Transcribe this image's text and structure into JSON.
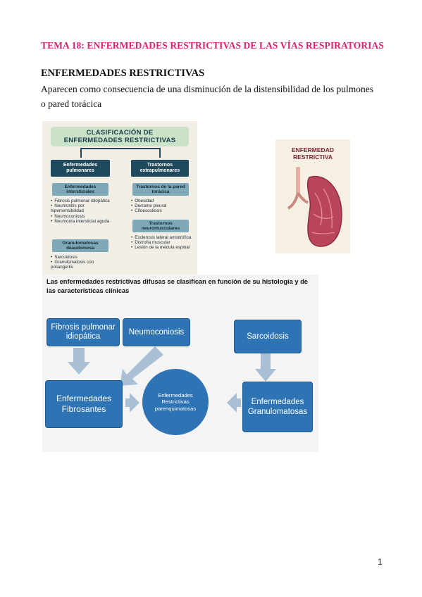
{
  "document": {
    "title": "TEMA 18: ENFERMEDADES RESTRICTIVAS DE LAS VÍAS RESPIRATORIAS",
    "section_heading": "ENFERMEDADES RESTRICTIVAS",
    "paragraph": "Aparecen como consecuencia de una disminución de la distensibilidad de los pulmones o pared torácica",
    "page_number": "1"
  },
  "classification": {
    "title_line1": "CLASIFICACIÓN DE",
    "title_line2": "ENFERMEDADES RESTRICTIVAS",
    "left_header": "Enfermedades pulmonares",
    "right_header": "Trastornos extrapulmonares",
    "left_groups": [
      {
        "label": "Enfermedades intersticiales",
        "items": [
          "Fibrosis pulmonar idiopática",
          "Neumonitis por hipersensibilidad",
          "Neumoconiosis",
          "Neumonía intersticial aguda"
        ]
      },
      {
        "label": "Granulomatosas deaudomosa",
        "items": [
          "Sarcoidosis",
          "Granulomatosis con poliangeítis"
        ]
      }
    ],
    "right_groups": [
      {
        "label": "Trastornos de la pared torácica",
        "items": [
          "Obesidad",
          "Derrame pleural",
          "Cifoescoliosis"
        ]
      },
      {
        "label": "Trastornos neuromusculares",
        "items": [
          "Esclerosis lateral amiotrófica",
          "Distrofia muscular",
          "Lesión de la médula espinal"
        ]
      }
    ]
  },
  "lung_card": {
    "title_line1": "ENFERMEDAD",
    "title_line2": "RESTRICTIVA"
  },
  "diffuse_diagram": {
    "heading": "Las enfermedades restrictivas difusas se clasifican en función de su histología y de las características clínicas",
    "box_fibrosis": "Fibrosis pulmonar idiopática",
    "box_neumoconiosis": "Neumoconiosis",
    "box_sarcoidosis": "Sarcoidosis",
    "box_fibrosantes_line1": "Enfermedades",
    "box_fibrosantes_line2": "Fibrosantes",
    "box_granulomatosas_line1": "Enfermedades",
    "box_granulomatosas_line2": "Granulomatosas",
    "center_line1": "Enfermedades",
    "center_line2": "Restrictivas",
    "center_line3": "parenquimatosas",
    "colors": {
      "box": "#2e74b5",
      "arrow": "#a9bfd6"
    }
  }
}
